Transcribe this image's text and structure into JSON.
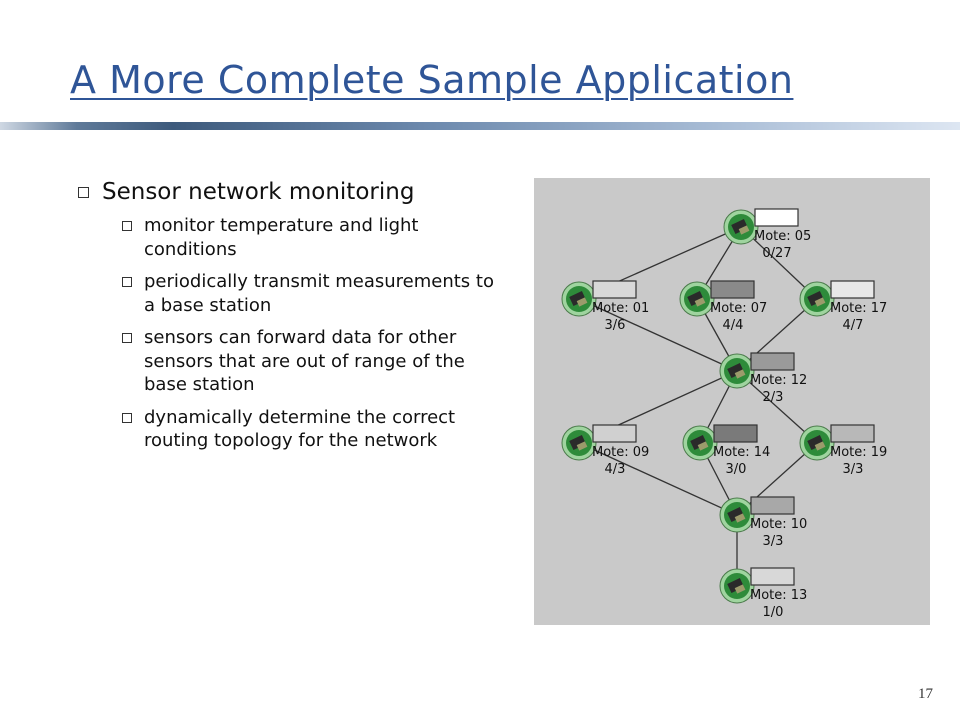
{
  "slide": {
    "title": "A More Complete Sample Application",
    "page_number": "17"
  },
  "bullets": {
    "main": "Sensor network monitoring",
    "subs": [
      "monitor temperature and light conditions",
      "periodically transmit measurements to a base station",
      "sensors can forward data for other sensors that are out of range of the base station",
      "dynamically determine the correct routing topology for the network"
    ]
  },
  "network": {
    "motes": [
      {
        "id": "05",
        "label": "Mote: 05",
        "stats": "0/27"
      },
      {
        "id": "01",
        "label": "Mote: 01",
        "stats": "3/6"
      },
      {
        "id": "07",
        "label": "Mote: 07",
        "stats": "4/4"
      },
      {
        "id": "17",
        "label": "Mote: 17",
        "stats": "4/7"
      },
      {
        "id": "12",
        "label": "Mote: 12",
        "stats": "2/3"
      },
      {
        "id": "09",
        "label": "Mote: 09",
        "stats": "4/3"
      },
      {
        "id": "14",
        "label": "Mote: 14",
        "stats": "3/0"
      },
      {
        "id": "19",
        "label": "Mote: 19",
        "stats": "3/3"
      },
      {
        "id": "10",
        "label": "Mote: 10",
        "stats": "3/3"
      },
      {
        "id": "13",
        "label": "Mote: 13",
        "stats": "1/0"
      }
    ],
    "links": [
      [
        "05",
        "01"
      ],
      [
        "05",
        "07"
      ],
      [
        "05",
        "17"
      ],
      [
        "01",
        "12"
      ],
      [
        "07",
        "12"
      ],
      [
        "17",
        "12"
      ],
      [
        "12",
        "09"
      ],
      [
        "12",
        "14"
      ],
      [
        "12",
        "19"
      ],
      [
        "09",
        "10"
      ],
      [
        "14",
        "10"
      ],
      [
        "19",
        "10"
      ],
      [
        "10",
        "13"
      ]
    ]
  },
  "colors": {
    "title": "#2f5597",
    "panel_bg": "#c9c9c9",
    "mote_body": "#2e8b3a",
    "line": "#333333"
  }
}
